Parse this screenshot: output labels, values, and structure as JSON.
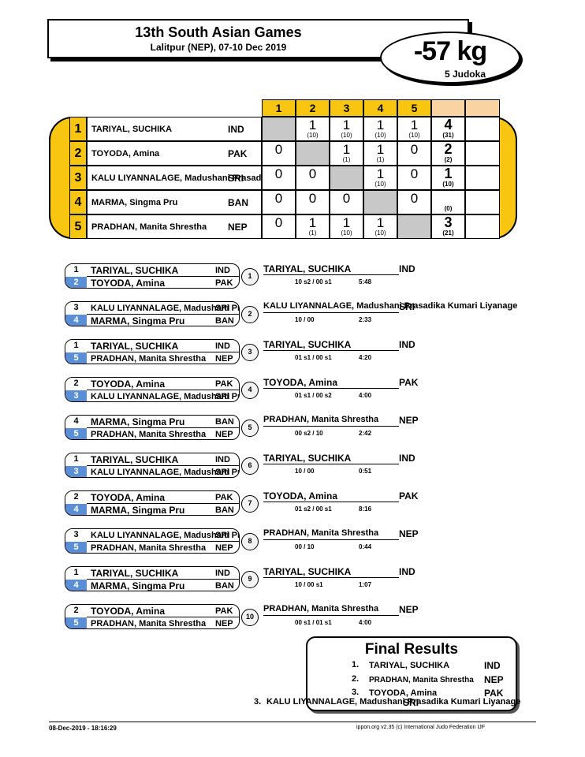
{
  "header": {
    "title": "13th South Asian Games",
    "subtitle": "Lalitpur (NEP), 07-10 Dec 2019",
    "weight": "-57 kg",
    "judoka_count": "5 Judoka"
  },
  "pool": {
    "columns": [
      "1",
      "2",
      "3",
      "4",
      "5",
      "",
      ""
    ],
    "rows": [
      {
        "seed": "1",
        "name": "TARIYAL, SUCHIKA",
        "country": "IND",
        "cells": [
          {
            "diag": true
          },
          {
            "s": "1",
            "p": "(10)"
          },
          {
            "s": "1",
            "p": "(10)"
          },
          {
            "s": "1",
            "p": "(10)"
          },
          {
            "s": "1",
            "p": "(10)"
          }
        ],
        "total": {
          "s": "4",
          "p": "(31)"
        }
      },
      {
        "seed": "2",
        "name": "TOYODA, Amina",
        "country": "PAK",
        "cells": [
          {
            "s": "0",
            "p": ""
          },
          {
            "diag": true
          },
          {
            "s": "1",
            "p": "(1)"
          },
          {
            "s": "1",
            "p": "(1)"
          },
          {
            "s": "0",
            "p": ""
          }
        ],
        "total": {
          "s": "2",
          "p": "(2)"
        }
      },
      {
        "seed": "3",
        "name": "KALU LIYANNALAGE, Madushani Prasadika Kumari Liyanage",
        "country": "SRI",
        "cells": [
          {
            "s": "0",
            "p": ""
          },
          {
            "s": "0",
            "p": ""
          },
          {
            "diag": true
          },
          {
            "s": "1",
            "p": "(10)"
          },
          {
            "s": "0",
            "p": ""
          }
        ],
        "total": {
          "s": "1",
          "p": "(10)"
        }
      },
      {
        "seed": "4",
        "name": "MARMA, Singma Pru",
        "country": "BAN",
        "cells": [
          {
            "s": "0",
            "p": ""
          },
          {
            "s": "0",
            "p": ""
          },
          {
            "s": "0",
            "p": ""
          },
          {
            "diag": true
          },
          {
            "s": "0",
            "p": ""
          }
        ],
        "total": {
          "s": "",
          "p": "(0)"
        }
      },
      {
        "seed": "5",
        "name": "PRADHAN, Manita Shrestha",
        "country": "NEP",
        "cells": [
          {
            "s": "0",
            "p": ""
          },
          {
            "s": "1",
            "p": "(1)"
          },
          {
            "s": "1",
            "p": "(10)"
          },
          {
            "s": "1",
            "p": "(10)"
          },
          {
            "diag": true
          }
        ],
        "total": {
          "s": "3",
          "p": "(21)"
        }
      }
    ]
  },
  "contests": [
    {
      "no": "1",
      "a": {
        "seed": "1",
        "name": "TARIYAL, SUCHIKA",
        "country": "IND"
      },
      "b": {
        "seed": "2",
        "name": "TOYODA, Amina",
        "country": "PAK"
      },
      "winner": "TARIYAL, SUCHIKA",
      "winner_country": "IND",
      "score": "10 s2 / 00 s1",
      "time": "5:48"
    },
    {
      "no": "2",
      "a": {
        "seed": "3",
        "name": "KALU LIYANNALAGE, Madushani Prasadika Kumari Liyanage",
        "country": "SRI"
      },
      "b": {
        "seed": "4",
        "name": "MARMA, Singma Pru",
        "country": "BAN"
      },
      "winner": "KALU LIYANNALAGE, Madushani Prasadika Kumari Liyanage",
      "winner_country": "SRI",
      "score": "10  / 00",
      "time": "2:33"
    },
    {
      "no": "3",
      "a": {
        "seed": "1",
        "name": "TARIYAL, SUCHIKA",
        "country": "IND"
      },
      "b": {
        "seed": "5",
        "name": "PRADHAN, Manita Shrestha",
        "country": "NEP"
      },
      "winner": "TARIYAL, SUCHIKA",
      "winner_country": "IND",
      "score": "01 s1 / 00 s1",
      "time": "4:20"
    },
    {
      "no": "4",
      "a": {
        "seed": "2",
        "name": "TOYODA, Amina",
        "country": "PAK"
      },
      "b": {
        "seed": "3",
        "name": "KALU LIYANNALAGE, Madushani Prasadika Kumari Liyanage",
        "country": "SRI"
      },
      "winner": "TOYODA, Amina",
      "winner_country": "PAK",
      "score": "01 s1 / 00 s2",
      "time": "4:00"
    },
    {
      "no": "5",
      "a": {
        "seed": "4",
        "name": "MARMA, Singma Pru",
        "country": "BAN"
      },
      "b": {
        "seed": "5",
        "name": "PRADHAN, Manita Shrestha",
        "country": "NEP"
      },
      "winner": "PRADHAN, Manita Shrestha",
      "winner_country": "NEP",
      "score": "00 s2 / 10",
      "time": "2:42"
    },
    {
      "no": "6",
      "a": {
        "seed": "1",
        "name": "TARIYAL, SUCHIKA",
        "country": "IND"
      },
      "b": {
        "seed": "3",
        "name": "KALU LIYANNALAGE, Madushani Prasadika Kumari Liyanage",
        "country": "SRI"
      },
      "winner": "TARIYAL, SUCHIKA",
      "winner_country": "IND",
      "score": "10  / 00",
      "time": "0:51"
    },
    {
      "no": "7",
      "a": {
        "seed": "2",
        "name": "TOYODA, Amina",
        "country": "PAK"
      },
      "b": {
        "seed": "4",
        "name": "MARMA, Singma Pru",
        "country": "BAN"
      },
      "winner": "TOYODA, Amina",
      "winner_country": "PAK",
      "score": "01 s2 / 00 s1",
      "time": "8:16"
    },
    {
      "no": "8",
      "a": {
        "seed": "3",
        "name": "KALU LIYANNALAGE, Madushani Prasadika Kumari Liyanage",
        "country": "SRI"
      },
      "b": {
        "seed": "5",
        "name": "PRADHAN, Manita Shrestha",
        "country": "NEP"
      },
      "winner": "PRADHAN, Manita Shrestha",
      "winner_country": "NEP",
      "score": "00  / 10",
      "time": "0:44"
    },
    {
      "no": "9",
      "a": {
        "seed": "1",
        "name": "TARIYAL, SUCHIKA",
        "country": "IND"
      },
      "b": {
        "seed": "4",
        "name": "MARMA, Singma Pru",
        "country": "BAN"
      },
      "winner": "TARIYAL, SUCHIKA",
      "winner_country": "IND",
      "score": "10  / 00 s1",
      "time": "1:07"
    },
    {
      "no": "10",
      "a": {
        "seed": "2",
        "name": "TOYODA, Amina",
        "country": "PAK"
      },
      "b": {
        "seed": "5",
        "name": "PRADHAN, Manita Shrestha",
        "country": "NEP"
      },
      "winner": "PRADHAN, Manita Shrestha",
      "winner_country": "NEP",
      "score": "00 s1 / 01 s1",
      "time": "4:00"
    }
  ],
  "final_results": {
    "title": "Final Results",
    "places": [
      {
        "place": "1.",
        "name": "TARIYAL, SUCHIKA",
        "country": "IND"
      },
      {
        "place": "2.",
        "name": "PRADHAN, Manita Shrestha",
        "country": "NEP"
      },
      {
        "place": "3.",
        "name": "TOYODA, Amina",
        "country": "PAK"
      },
      {
        "place": "3.",
        "name": "KALU LIYANNALAGE, Madushani Prasadika Kumari Liyanage",
        "country": "SRI"
      }
    ]
  },
  "footer": {
    "timestamp": "08-Dec-2019 - 18:16:29",
    "credit": "ippon.org v2.35  (c) International Judo Federation IJF"
  }
}
